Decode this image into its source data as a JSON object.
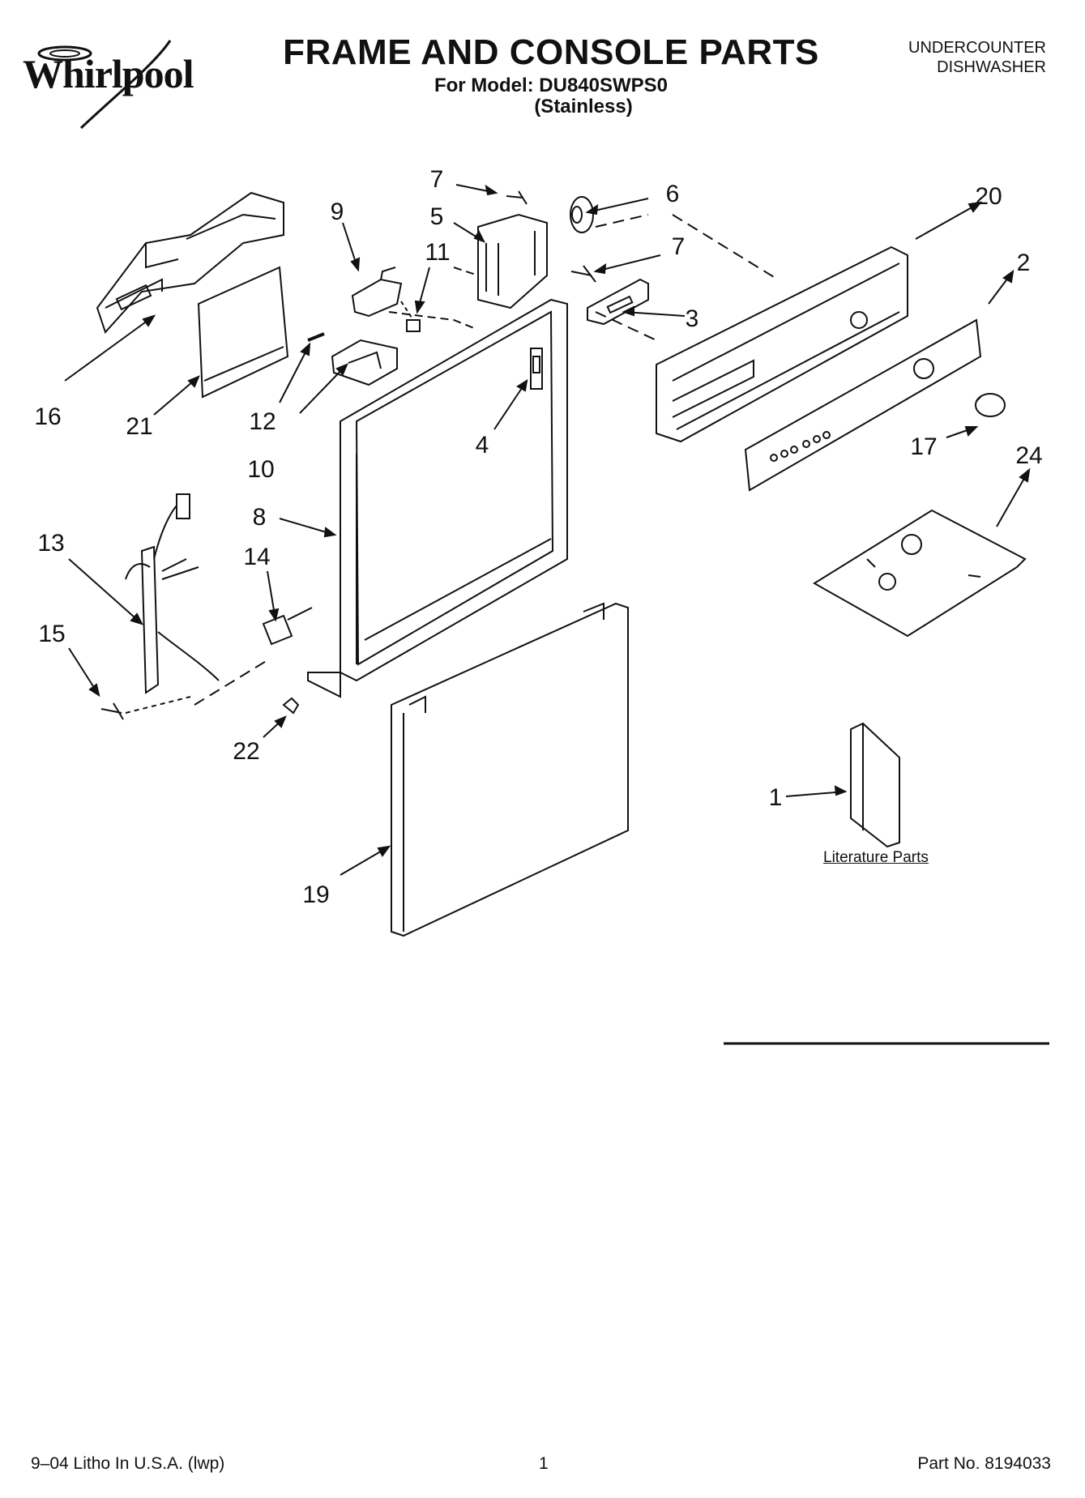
{
  "header": {
    "brand": "Whirlpool",
    "title": "FRAME AND CONSOLE PARTS",
    "model_line": "For Model: DU840SWPS0",
    "variant": "(Stainless)",
    "category_line1": "UNDERCOUNTER",
    "category_line2": "DISHWASHER"
  },
  "callouts": {
    "c1": "1",
    "c2": "2",
    "c3": "3",
    "c4": "4",
    "c5": "5",
    "c6": "6",
    "c7a": "7",
    "c7b": "7",
    "c8": "8",
    "c9": "9",
    "c10": "10",
    "c11": "11",
    "c12": "12",
    "c13": "13",
    "c14": "14",
    "c15": "15",
    "c16": "16",
    "c17": "17",
    "c19": "19",
    "c20": "20",
    "c21": "21",
    "c22": "22",
    "c24": "24"
  },
  "literature_label": "Literature Parts",
  "footer": {
    "left": "9–04 Litho In U.S.A. (lwp)",
    "page": "1",
    "part_no": "Part No. 8194033"
  },
  "colors": {
    "ink": "#111111",
    "paper": "#ffffff",
    "shade": "#e6e6e6"
  }
}
